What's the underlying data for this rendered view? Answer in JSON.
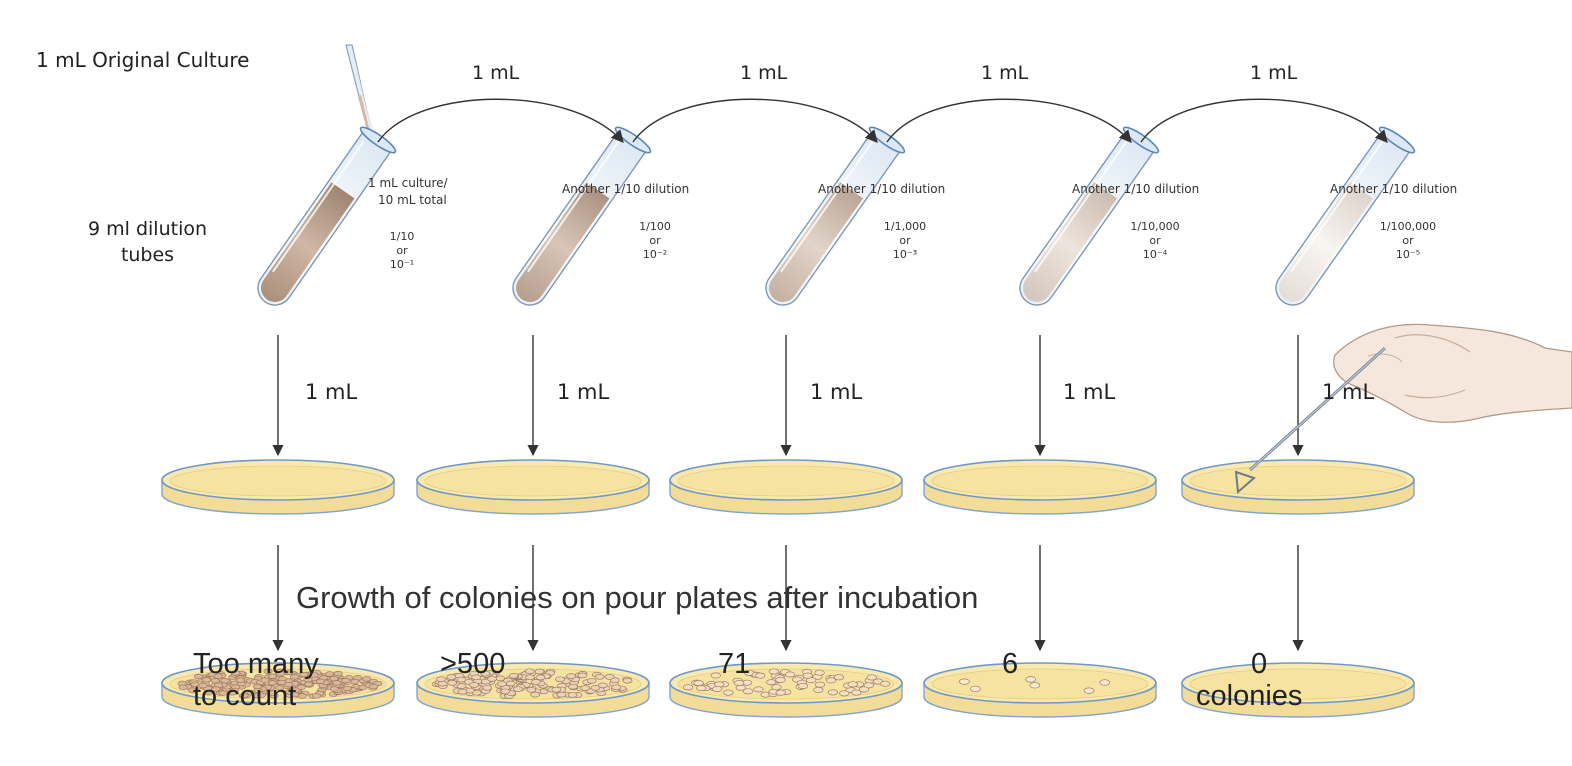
{
  "original_culture_label": "1 mL Original Culture",
  "dilution_tubes_label_line1": "9 ml dilution",
  "dilution_tubes_label_line2": "tubes",
  "transfer_label": "1 mL",
  "first_dilution_desc_line1": "1 mL culture/",
  "first_dilution_desc_line2": "10 mL total",
  "another_dilution_desc": "Another 1/10 dilution",
  "or_word": "or",
  "tubes": [
    {
      "fraction": "1/10",
      "power": "10⁻¹"
    },
    {
      "fraction": "1/100",
      "power": "10⁻²"
    },
    {
      "fraction": "1/1,000",
      "power": "10⁻³"
    },
    {
      "fraction": "1/10,000",
      "power": "10⁻⁴"
    },
    {
      "fraction": "1/100,000",
      "power": "10⁻⁵"
    }
  ],
  "plate_transfer_label": "1 mL",
  "growth_caption": "Growth of colonies on pour plates after incubation",
  "results": [
    {
      "line1": "Too many",
      "line2": "to count"
    },
    {
      "line1": ">500",
      "line2": ""
    },
    {
      "line1": "71",
      "line2": ""
    },
    {
      "line1": "6",
      "line2": ""
    },
    {
      "line1": "0",
      "line2": "colonies"
    }
  ],
  "colors": {
    "culture_dark": "#b89a85",
    "agar": "#f6e6a8",
    "plate_rim": "#8fb4d8",
    "arrow": "#333333"
  }
}
